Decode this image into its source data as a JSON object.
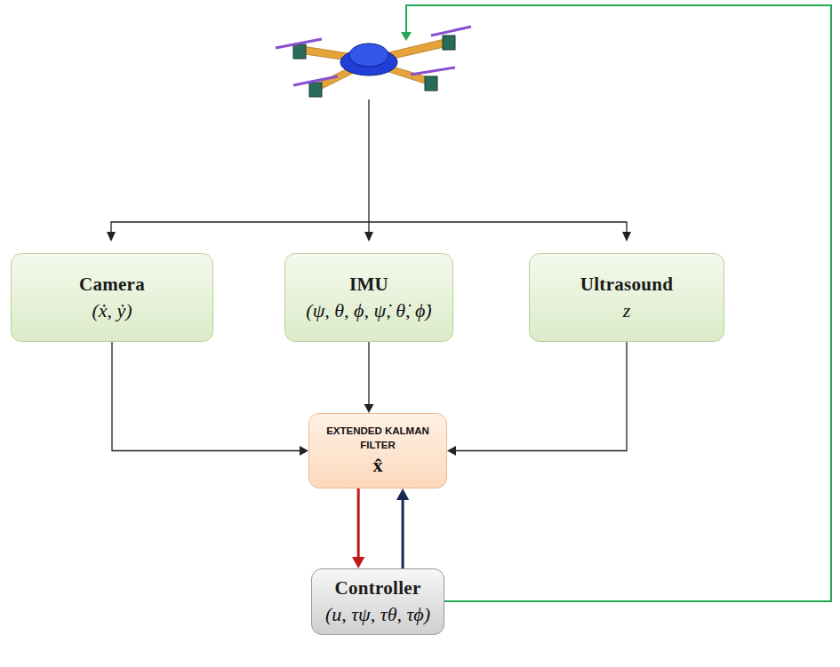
{
  "diagram": {
    "nodes": [
      {
        "text": [
          "Camera",
          "(ẋ, ẏ)"
        ]
      },
      {
        "text": [
          "IMU",
          "(ψ, θ, ϕ, ψ̇, θ̇, ϕ̇)"
        ]
      },
      {
        "text": [
          "Ultrasound",
          "z"
        ]
      },
      {
        "text": [
          "EXTENDED KALMAN FILTER",
          "x̂"
        ]
      },
      {
        "text": [
          "Controller",
          "(u, τψ, τθ, τϕ)"
        ]
      }
    ],
    "edges": [
      {
        "from": 0,
        "to": 3,
        "arrow": "to"
      },
      {
        "from": 1,
        "to": 3,
        "arrow": "to"
      },
      {
        "from": 2,
        "to": 3,
        "arrow": "to"
      },
      {
        "from": 3,
        "to": 4,
        "arrow": "to"
      },
      {
        "from": 4,
        "to": 3,
        "arrow": "to"
      }
    ]
  }
}
